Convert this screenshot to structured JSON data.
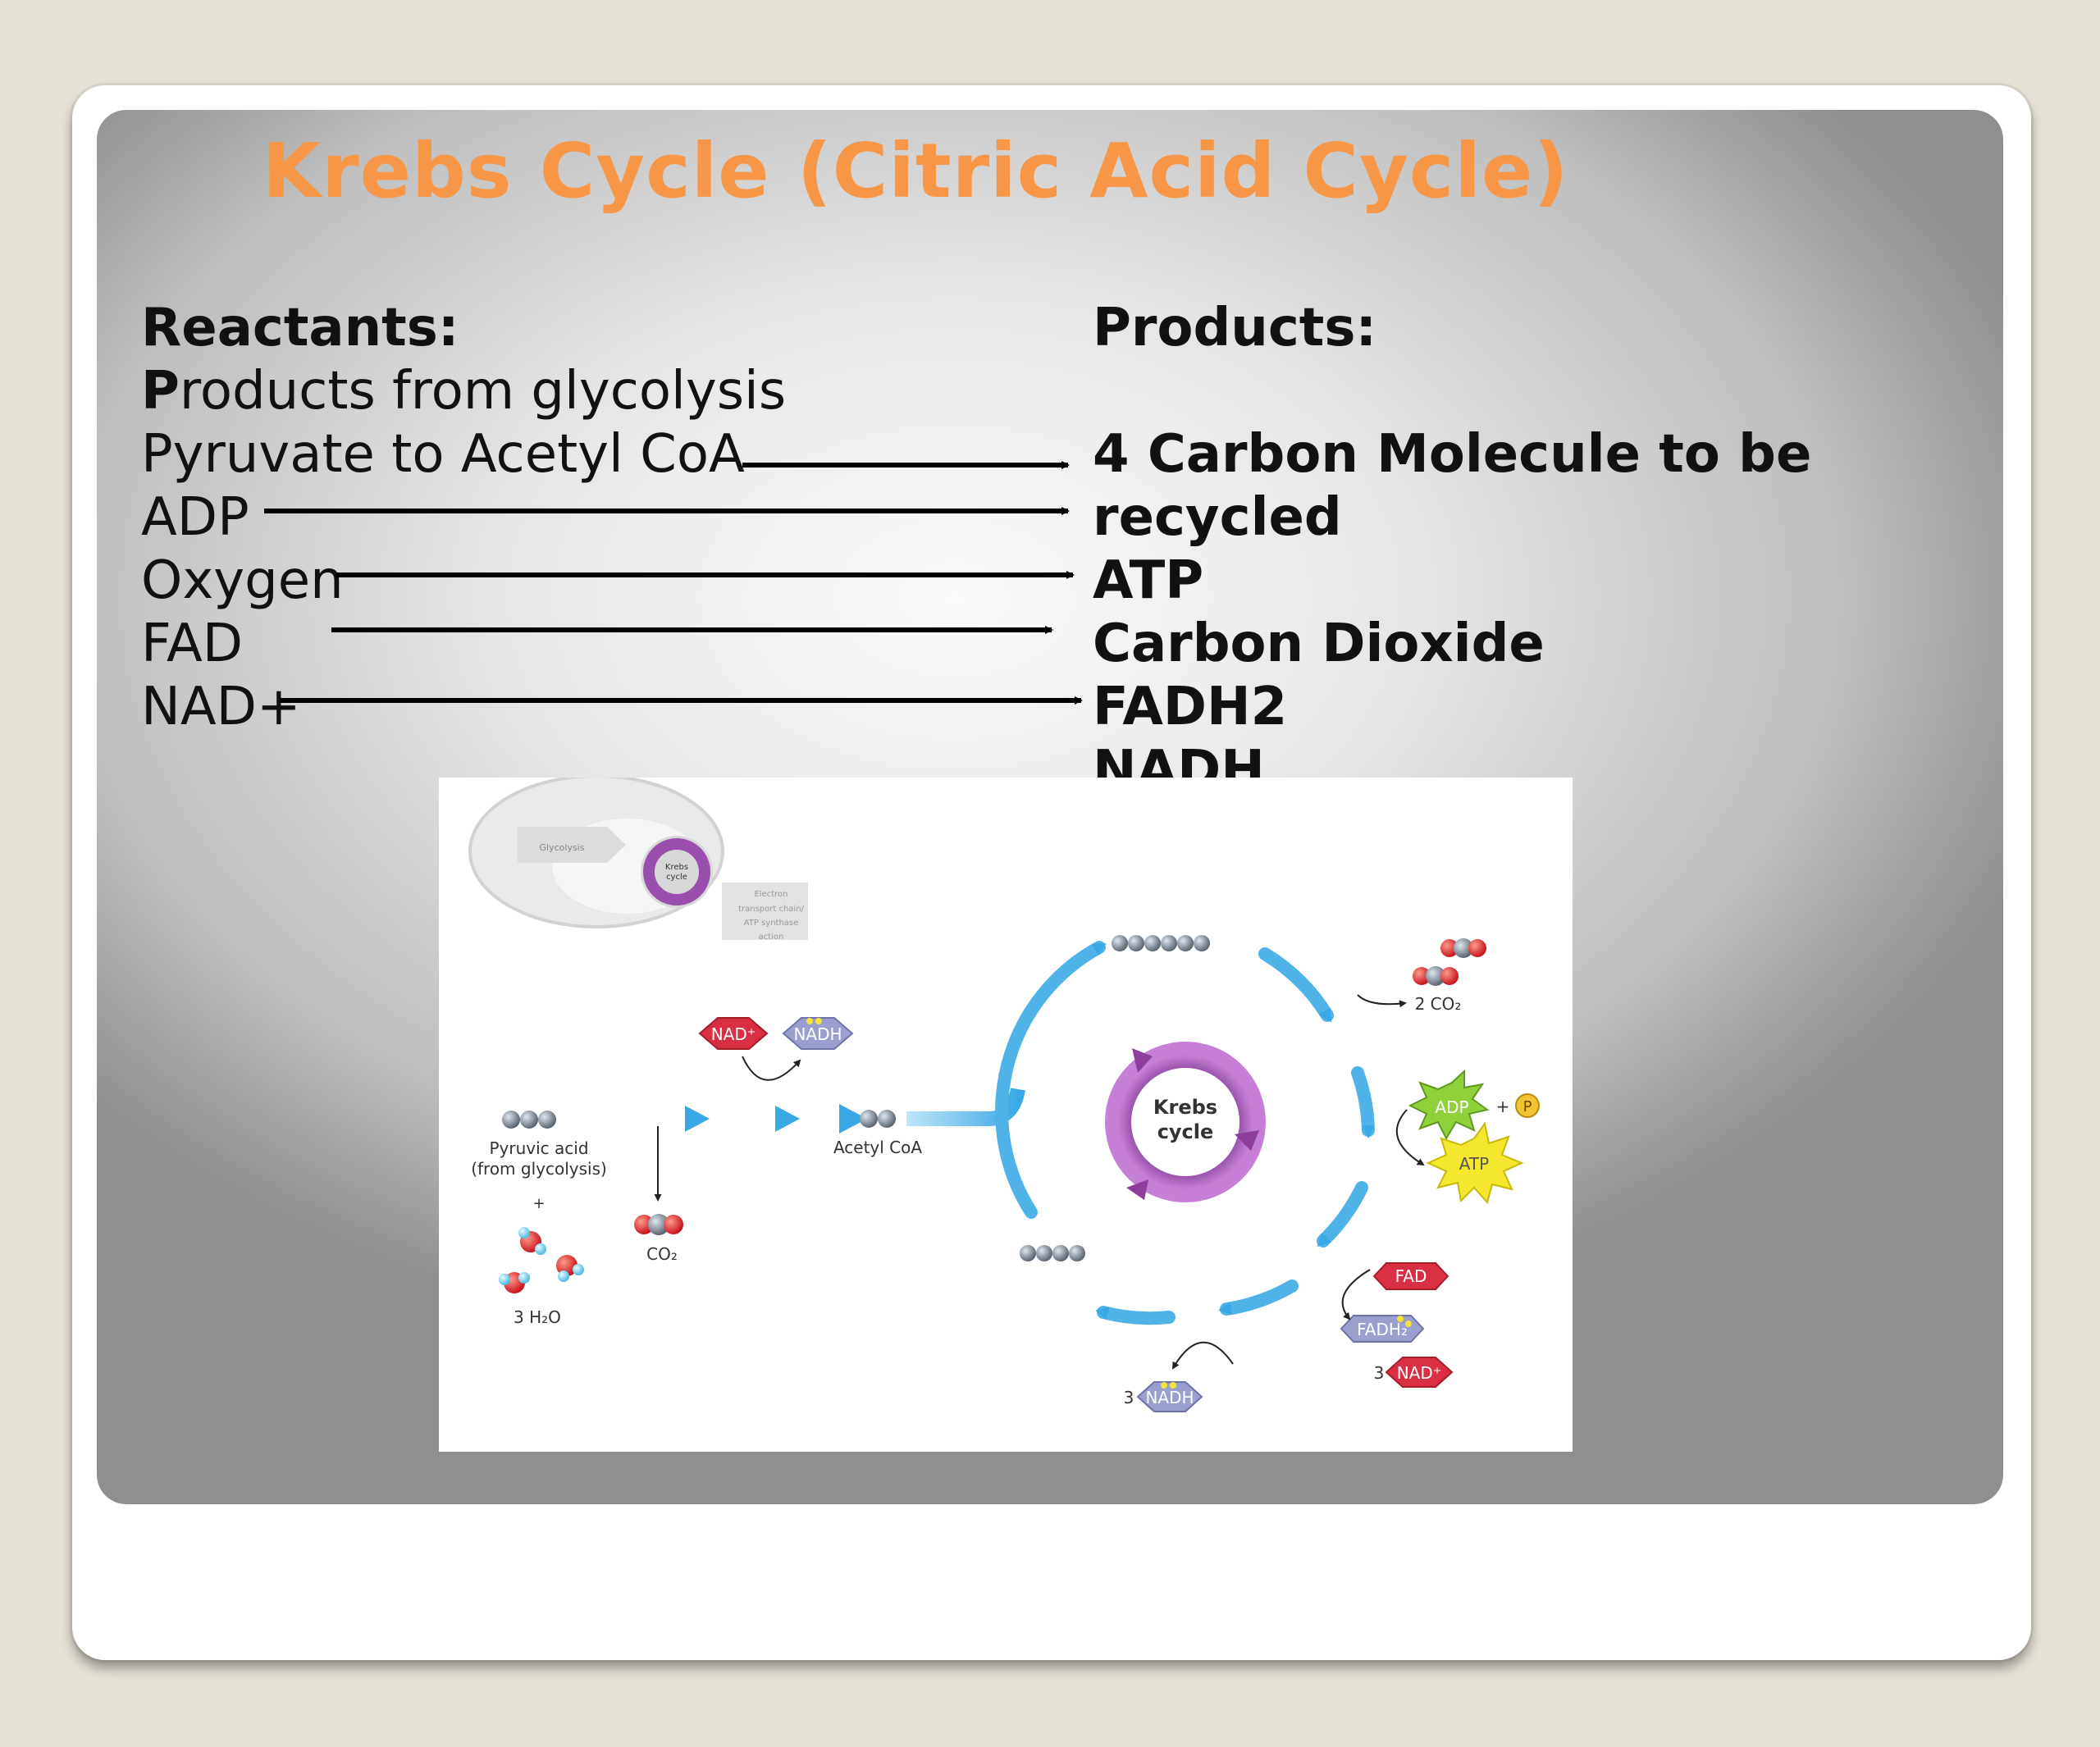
{
  "slide": {
    "title": "Krebs Cycle (Citric Acid Cycle)",
    "reactants_header": "Reactants:",
    "reactants": {
      "intro_first_letter": "P",
      "intro_rest": "roducts from glycolysis",
      "items": [
        "Pyruvate to Acetyl CoA",
        "ADP",
        "Oxygen",
        "FAD",
        "NAD+"
      ]
    },
    "products_header": "Products:",
    "products": [
      "4 Carbon Molecule to be",
      "recycled",
      "ATP",
      "Carbon Dioxide",
      "FADH2",
      "NADH"
    ]
  },
  "figure": {
    "inset": {
      "glycolysis": "Glycolysis",
      "krebs_line1": "Krebs",
      "krebs_line2": "cycle",
      "etc_line1": "Electron",
      "etc_line2": "transport chain/",
      "etc_line3": "ATP synthase",
      "etc_line4": "action"
    },
    "pyruvic_line1": "Pyruvic acid",
    "pyruvic_line2": "(from glycolysis)",
    "plus": "+",
    "water": "3 H₂O",
    "co2": "CO₂",
    "acetyl": "Acetyl CoA",
    "nad_plus": "NAD⁺",
    "nadh": "NADH",
    "krebs_line1": "Krebs",
    "krebs_line2": "cycle",
    "two_co2": "2 CO₂",
    "adp": "ADP",
    "p": "P",
    "plus2": "+",
    "atp": "ATP",
    "fad": "FAD",
    "fadh2": "FADH₂",
    "three_a": "3",
    "nad_plus_b": "NAD⁺",
    "three_b": "3",
    "nadh_b": "NADH"
  },
  "colors": {
    "title": "#f79646",
    "cycle_arrow": "#4fb3e8",
    "krebs_purple": "#8e3d9f",
    "nad_red": "#d92f42",
    "nadh_lavender": "#9b9fcf",
    "adp_green": "#8fd13a",
    "atp_yellow": "#f5e72e"
  }
}
